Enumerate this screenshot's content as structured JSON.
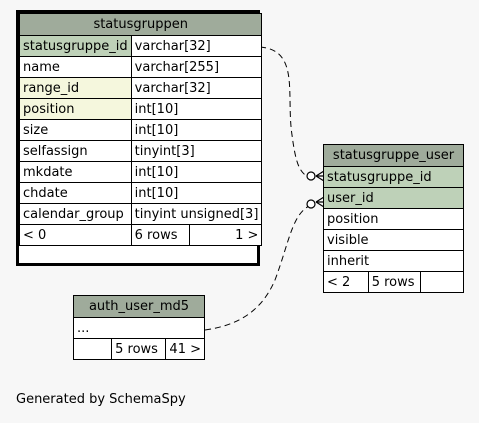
{
  "statusgruppen": {
    "name": "statusgruppen",
    "columns": [
      {
        "name": "statusgruppe_id",
        "type": "varchar[32]",
        "key": "pk"
      },
      {
        "name": "name",
        "type": "varchar[255]",
        "key": ""
      },
      {
        "name": "range_id",
        "type": "varchar[32]",
        "key": "idx"
      },
      {
        "name": "position",
        "type": "int[10]",
        "key": "idx"
      },
      {
        "name": "size",
        "type": "int[10]",
        "key": ""
      },
      {
        "name": "selfassign",
        "type": "tinyint[3]",
        "key": ""
      },
      {
        "name": "mkdate",
        "type": "int[10]",
        "key": ""
      },
      {
        "name": "chdate",
        "type": "int[10]",
        "key": ""
      },
      {
        "name": "calendar_group",
        "type": "tinyint unsigned[3]",
        "key": ""
      }
    ],
    "footer": {
      "parents": "< 0",
      "rows": "6 rows",
      "children": "1 >"
    }
  },
  "statusgruppe_user": {
    "name": "statusgruppe_user",
    "columns": [
      {
        "name": "statusgruppe_id",
        "key": "pk"
      },
      {
        "name": "user_id",
        "key": "pk"
      },
      {
        "name": "position",
        "key": ""
      },
      {
        "name": "visible",
        "key": ""
      },
      {
        "name": "inherit",
        "key": ""
      }
    ],
    "footer": {
      "parents": "< 2",
      "rows": "5 rows",
      "children": ""
    }
  },
  "auth_user_md5": {
    "name": "auth_user_md5",
    "columns": [
      {
        "name": "...",
        "key": ""
      }
    ],
    "footer": {
      "parents": "",
      "rows": "5 rows",
      "children": "41 >"
    }
  },
  "footer_text": "Generated by SchemaSpy",
  "colors": {
    "header": "#9fab9b",
    "primary_key": "#bed1b8",
    "indexed": "#f5f7dd",
    "background": "#f7f7f7"
  }
}
